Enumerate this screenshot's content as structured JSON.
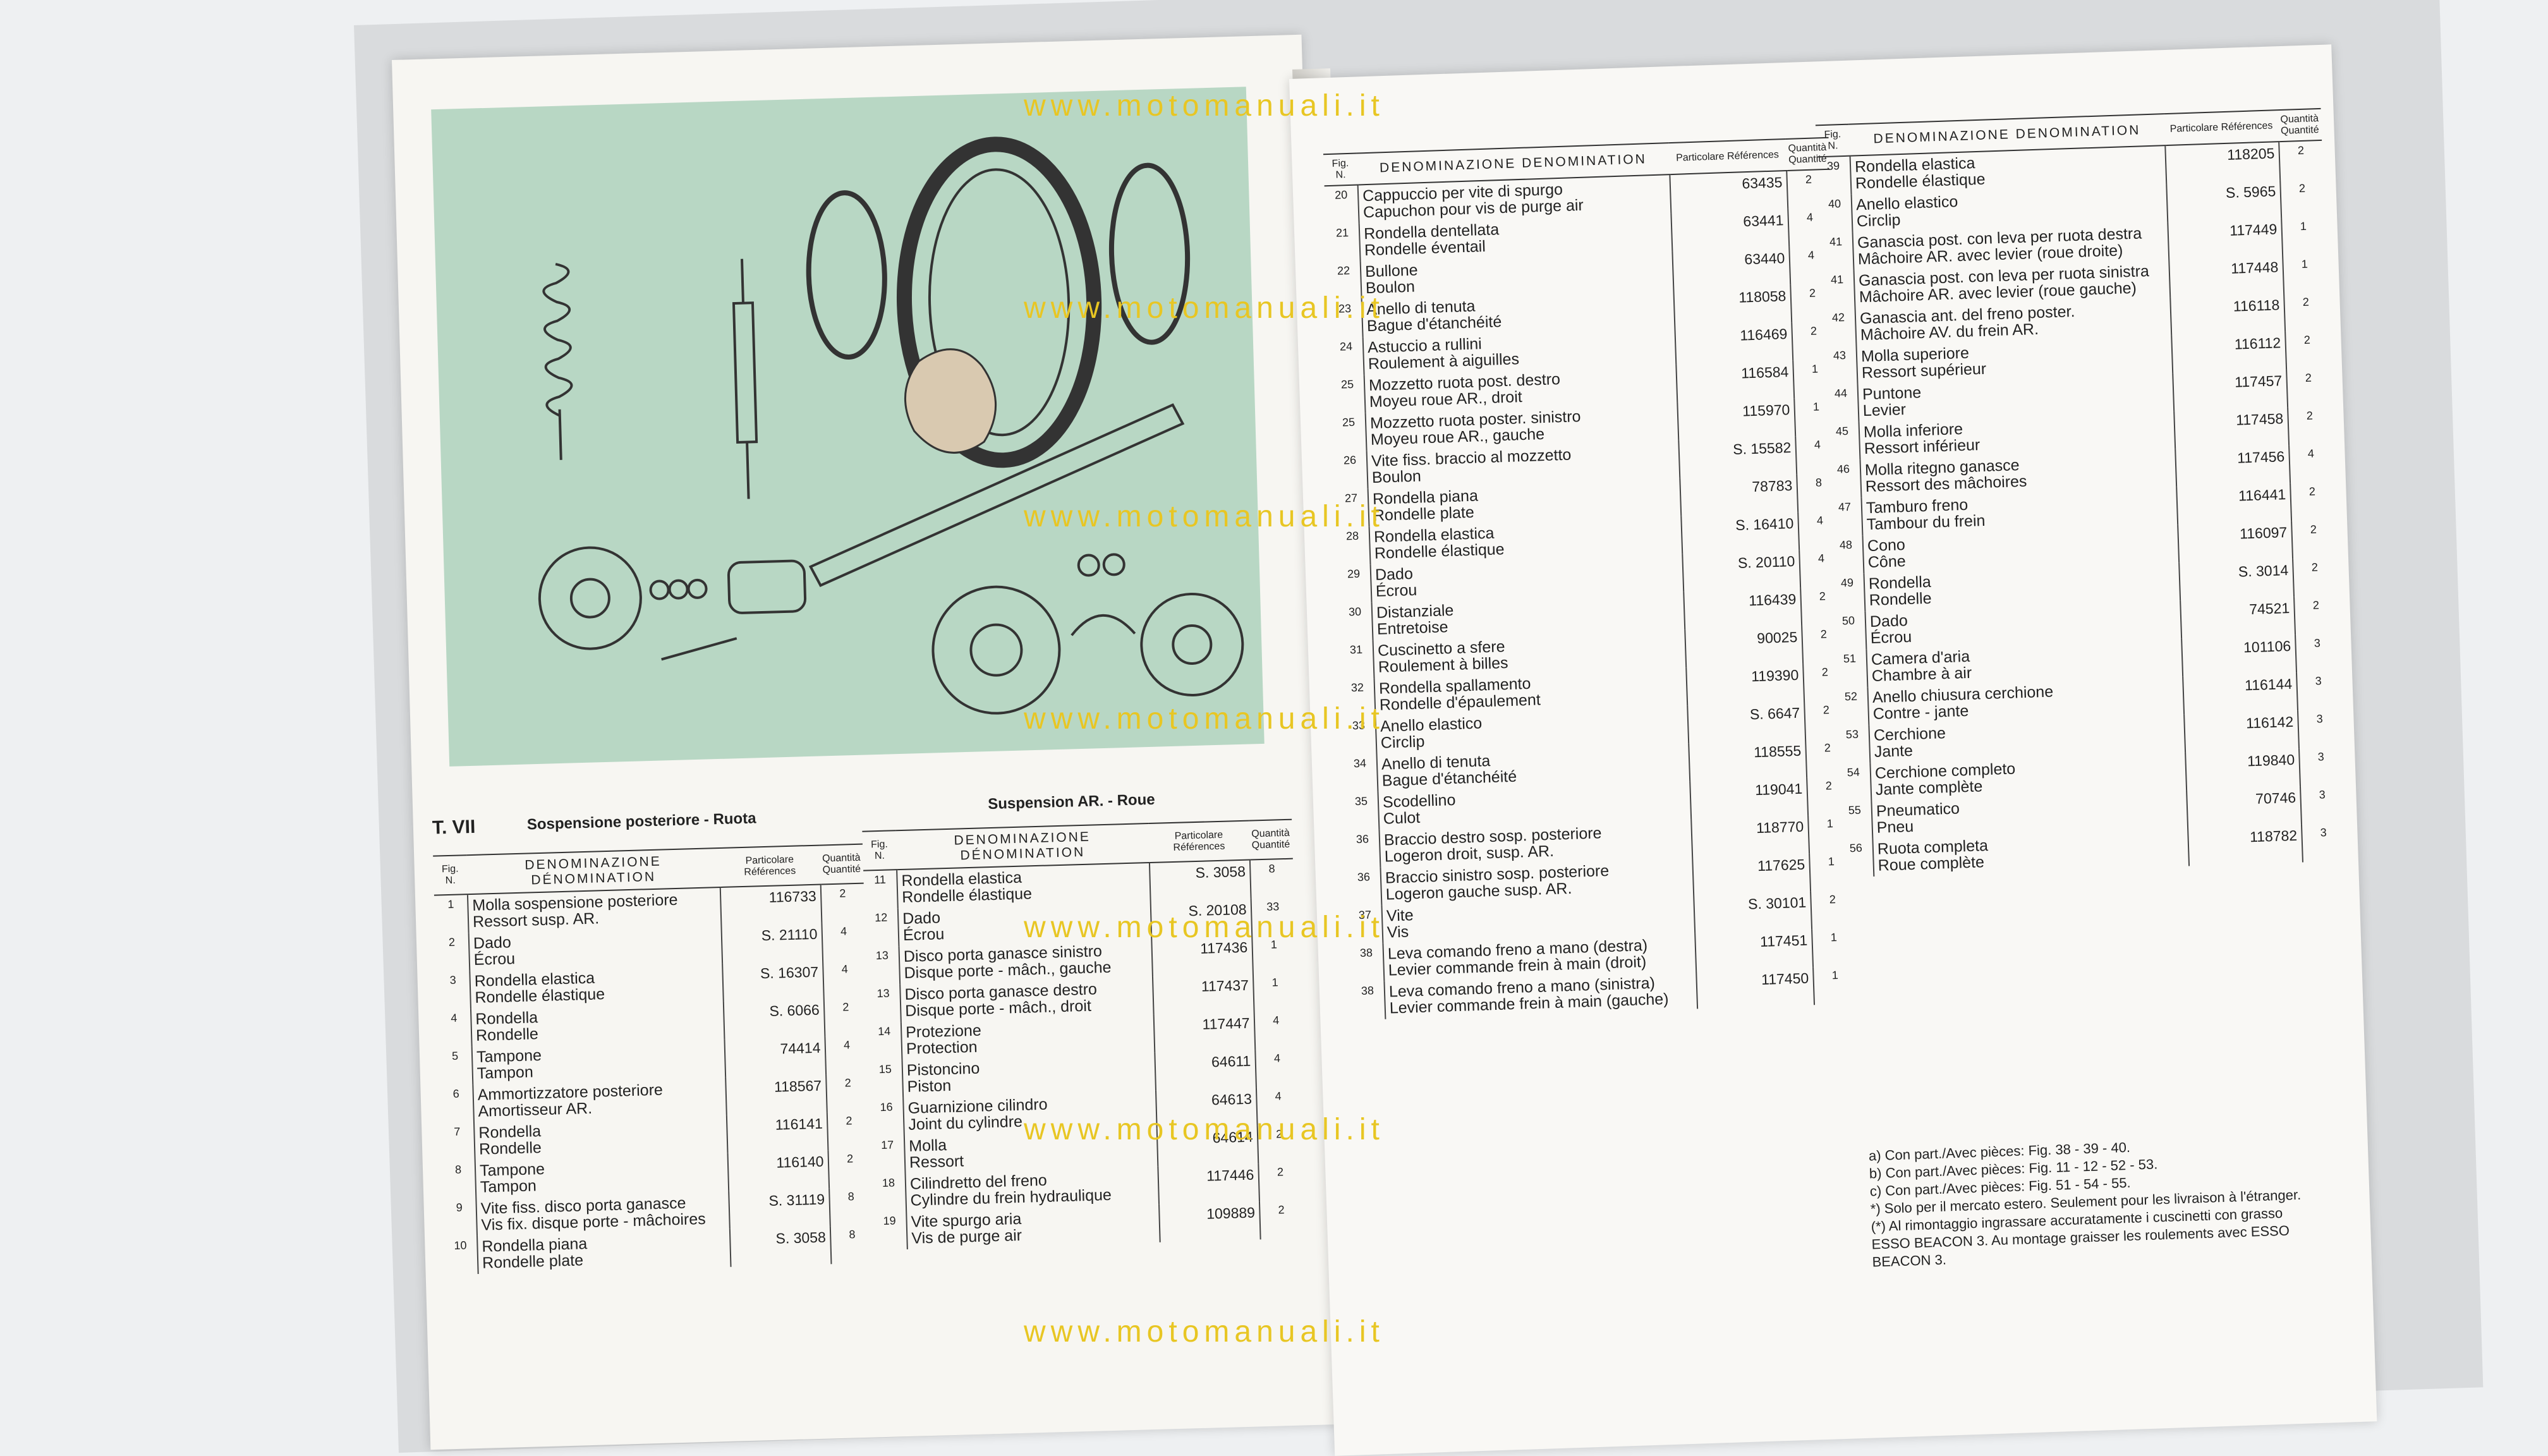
{
  "watermark": "www.motomanuali.it",
  "left_page": {
    "table_code": "T. VII",
    "title_it": "Sospensione posteriore - Ruota",
    "title_fr": "Suspension AR. - Roue",
    "headers": {
      "fig": "Fig. N.",
      "den": "DENOMINAZIONE DÉNOMINATION",
      "ref": "Particolare Références",
      "qty": "Quantità Quantité"
    },
    "rows_a": [
      {
        "fig": "1",
        "it": "Molla sospensione posteriore",
        "fr": "Ressort susp. AR.",
        "ref": "116733",
        "qty": "2"
      },
      {
        "fig": "2",
        "it": "Dado",
        "fr": "Écrou",
        "ref": "S. 21110",
        "qty": "4"
      },
      {
        "fig": "3",
        "it": "Rondella elastica",
        "fr": "Rondelle élastique",
        "ref": "S. 16307",
        "qty": "4"
      },
      {
        "fig": "4",
        "it": "Rondella",
        "fr": "Rondelle",
        "ref": "S. 6066",
        "qty": "2"
      },
      {
        "fig": "5",
        "it": "Tampone",
        "fr": "Tampon",
        "ref": "74414",
        "qty": "4"
      },
      {
        "fig": "6",
        "it": "Ammortizzatore posteriore",
        "fr": "Amortisseur AR.",
        "ref": "118567",
        "qty": "2"
      },
      {
        "fig": "7",
        "it": "Rondella",
        "fr": "Rondelle",
        "ref": "116141",
        "qty": "2"
      },
      {
        "fig": "8",
        "it": "Tampone",
        "fr": "Tampon",
        "ref": "116140",
        "qty": "2"
      },
      {
        "fig": "9",
        "it": "Vite fiss. disco porta ganasce",
        "fr": "Vis fix. disque porte - mâchoires",
        "ref": "S. 31119",
        "qty": "8"
      },
      {
        "fig": "10",
        "it": "Rondella piana",
        "fr": "Rondelle plate",
        "ref": "S. 3058",
        "qty": "8"
      }
    ],
    "rows_b": [
      {
        "fig": "11",
        "it": "Rondella elastica",
        "fr": "Rondelle élastique",
        "ref": "S. 3058",
        "qty": "8"
      },
      {
        "fig": "12",
        "it": "Dado",
        "fr": "Écrou",
        "ref": "S. 20108",
        "qty": "33"
      },
      {
        "fig": "13",
        "it": "Disco porta ganasce sinistro",
        "fr": "Disque porte - mâch., gauche",
        "ref": "117436",
        "qty": "1"
      },
      {
        "fig": "13",
        "it": "Disco porta ganasce destro",
        "fr": "Disque porte - mâch., droit",
        "ref": "117437",
        "qty": "1"
      },
      {
        "fig": "14",
        "it": "Protezione",
        "fr": "Protection",
        "ref": "117447",
        "qty": "4"
      },
      {
        "fig": "15",
        "it": "Pistoncino",
        "fr": "Piston",
        "ref": "64611",
        "qty": "4"
      },
      {
        "fig": "16",
        "it": "Guarnizione cilindro",
        "fr": "Joint du cylindre",
        "ref": "64613",
        "qty": "4"
      },
      {
        "fig": "17",
        "it": "Molla",
        "fr": "Ressort",
        "ref": "64614",
        "qty": "2"
      },
      {
        "fig": "18",
        "it": "Cilindretto del freno",
        "fr": "Cylindre du frein hydraulique",
        "ref": "117446",
        "qty": "2"
      },
      {
        "fig": "19",
        "it": "Vite spurgo aria",
        "fr": "Vis de purge air",
        "ref": "109889",
        "qty": "2"
      }
    ]
  },
  "right_page": {
    "headers": {
      "fig": "Fig. N.",
      "den": "DENOMINAZIONE DENOMINATION",
      "ref": "Particolare Références",
      "qty": "Quantità Quantité"
    },
    "rows_a": [
      {
        "fig": "20",
        "it": "Cappuccio per vite di spurgo",
        "fr": "Capuchon pour vis de purge air",
        "ref": "63435",
        "qty": "2"
      },
      {
        "fig": "21",
        "it": "Rondella dentellata",
        "fr": "Rondelle éventail",
        "ref": "63441",
        "qty": "4"
      },
      {
        "fig": "22",
        "it": "Bullone",
        "fr": "Boulon",
        "ref": "63440",
        "qty": "4"
      },
      {
        "fig": "23",
        "it": "Anello di tenuta",
        "fr": "Bague d'étanchéité",
        "ref": "118058",
        "qty": "2"
      },
      {
        "fig": "24",
        "it": "Astuccio a rullini",
        "fr": "Roulement à aiguilles",
        "ref": "116469",
        "qty": "2"
      },
      {
        "fig": "25",
        "it": "Mozzetto ruota post. destro",
        "fr": "Moyeu roue AR., droit",
        "ref": "116584",
        "qty": "1"
      },
      {
        "fig": "25",
        "it": "Mozzetto ruota poster. sinistro",
        "fr": "Moyeu roue AR., gauche",
        "ref": "115970",
        "qty": "1"
      },
      {
        "fig": "26",
        "it": "Vite fiss. braccio al mozzetto",
        "fr": "Boulon",
        "ref": "S. 15582",
        "qty": "4"
      },
      {
        "fig": "27",
        "it": "Rondella piana",
        "fr": "Rondelle plate",
        "ref": "78783",
        "qty": "8"
      },
      {
        "fig": "28",
        "it": "Rondella elastica",
        "fr": "Rondelle élastique",
        "ref": "S. 16410",
        "qty": "4"
      },
      {
        "fig": "29",
        "it": "Dado",
        "fr": "Écrou",
        "ref": "S. 20110",
        "qty": "4"
      },
      {
        "fig": "30",
        "it": "Distanziale",
        "fr": "Entretoise",
        "ref": "116439",
        "qty": "2"
      },
      {
        "fig": "31",
        "it": "Cuscinetto a sfere",
        "fr": "Roulement à billes",
        "ref": "90025",
        "qty": "2"
      },
      {
        "fig": "32",
        "it": "Rondella spallamento",
        "fr": "Rondelle d'épaulement",
        "ref": "119390",
        "qty": "2"
      },
      {
        "fig": "33",
        "it": "Anello elastico",
        "fr": "Circlip",
        "ref": "S. 6647",
        "qty": "2"
      },
      {
        "fig": "34",
        "it": "Anello di tenuta",
        "fr": "Bague d'étanchéité",
        "ref": "118555",
        "qty": "2"
      },
      {
        "fig": "35",
        "it": "Scodellino",
        "fr": "Culot",
        "ref": "119041",
        "qty": "2"
      },
      {
        "fig": "36",
        "it": "Braccio destro sosp. posteriore",
        "fr": "Logeron droit, susp. AR.",
        "ref": "118770",
        "qty": "1"
      },
      {
        "fig": "36",
        "it": "Braccio sinistro sosp. posteriore",
        "fr": "Logeron gauche susp. AR.",
        "ref": "117625",
        "qty": "1"
      },
      {
        "fig": "37",
        "it": "Vite",
        "fr": "Vis",
        "ref": "S. 30101",
        "qty": "2"
      },
      {
        "fig": "38",
        "it": "Leva comando freno a mano (destra)",
        "fr": "Levier commande frein à main (droit)",
        "ref": "117451",
        "qty": "1"
      },
      {
        "fig": "38",
        "it": "Leva comando freno a mano (sinistra)",
        "fr": "Levier commande frein à main (gauche)",
        "ref": "117450",
        "qty": "1"
      }
    ],
    "rows_b": [
      {
        "fig": "39",
        "it": "Rondella elastica",
        "fr": "Rondelle élastique",
        "ref": "118205",
        "qty": "2"
      },
      {
        "fig": "40",
        "it": "Anello elastico",
        "fr": "Circlip",
        "ref": "S. 5965",
        "qty": "2"
      },
      {
        "fig": "41",
        "it": "Ganascia post. con leva per ruota destra",
        "fr": "Mâchoire AR. avec levier (roue droite)",
        "ref": "117449",
        "qty": "1"
      },
      {
        "fig": "41",
        "it": "Ganascia post. con leva per ruota sinistra",
        "fr": "Mâchoire AR. avec levier (roue gauche)",
        "ref": "117448",
        "qty": "1"
      },
      {
        "fig": "42",
        "it": "Ganascia ant. del freno poster.",
        "fr": "Mâchoire AV. du frein AR.",
        "ref": "116118",
        "qty": "2"
      },
      {
        "fig": "43",
        "it": "Molla superiore",
        "fr": "Ressort supérieur",
        "ref": "116112",
        "qty": "2"
      },
      {
        "fig": "44",
        "it": "Puntone",
        "fr": "Levier",
        "ref": "117457",
        "qty": "2"
      },
      {
        "fig": "45",
        "it": "Molla inferiore",
        "fr": "Ressort inférieur",
        "ref": "117458",
        "qty": "2"
      },
      {
        "fig": "46",
        "it": "Molla ritegno ganasce",
        "fr": "Ressort des mâchoires",
        "ref": "117456",
        "qty": "4"
      },
      {
        "fig": "47",
        "it": "Tamburo freno",
        "fr": "Tambour du frein",
        "ref": "116441",
        "qty": "2"
      },
      {
        "fig": "48",
        "it": "Cono",
        "fr": "Cône",
        "ref": "116097",
        "qty": "2"
      },
      {
        "fig": "49",
        "it": "Rondella",
        "fr": "Rondelle",
        "ref": "S. 3014",
        "qty": "2"
      },
      {
        "fig": "50",
        "it": "Dado",
        "fr": "Écrou",
        "ref": "74521",
        "qty": "2"
      },
      {
        "fig": "51",
        "it": "Camera d'aria",
        "fr": "Chambre à air",
        "ref": "101106",
        "qty": "3"
      },
      {
        "fig": "52",
        "it": "Anello chiusura cerchione",
        "fr": "Contre - jante",
        "ref": "116144",
        "qty": "3"
      },
      {
        "fig": "53",
        "it": "Cerchione",
        "fr": "Jante",
        "ref": "116142",
        "qty": "3"
      },
      {
        "fig": "54",
        "it": "Cerchione completo",
        "fr": "Jante complète",
        "ref": "119840",
        "qty": "3"
      },
      {
        "fig": "55",
        "it": "Pneumatico",
        "fr": "Pneu",
        "ref": "70746",
        "qty": "3"
      },
      {
        "fig": "56",
        "it": "Ruota completa",
        "fr": "Roue complète",
        "ref": "118782",
        "qty": "3"
      }
    ],
    "footnotes": [
      "a) Con part./Avec pièces: Fig. 38 - 39 - 40.",
      "b) Con part./Avec pièces: Fig. 11 - 12 - 52 - 53.",
      "c) Con part./Avec pièces: Fig. 51 - 54 - 55.",
      "*) Solo per il mercato estero. Seulement pour les livraison à l'étranger.",
      "(*) Al rimontaggio ingrassare accuratamente i cuscinetti con grasso ESSO BEACON 3. Au montage graisser les roulements avec ESSO BEACON 3."
    ]
  }
}
